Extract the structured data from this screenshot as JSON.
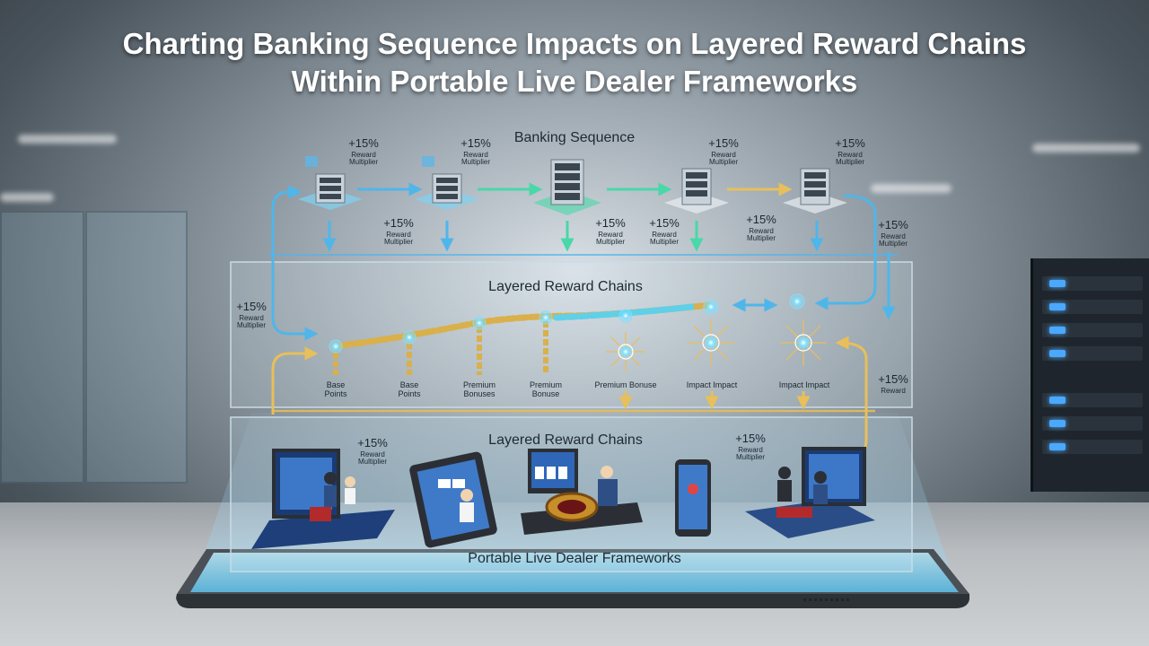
{
  "title_line1": "Charting Banking Sequence Impacts on Layered Reward Chains",
  "title_line2": "Within Portable Live Dealer Frameworks",
  "banking_sequence_label": "Banking Sequence",
  "layered_reward_chains_label": "Layered Reward Chains",
  "layered_reward_chains_label_2": "Layered Reward Chains",
  "portable_frameworks_label": "Portable Live Dealer Frameworks",
  "multiplier_value": "+15%",
  "multiplier_caption": "Reward Multiplier",
  "reward_caption": "Reward",
  "chain_nodes": [
    {
      "line1": "Base",
      "line2": "Points"
    },
    {
      "line1": "Base",
      "line2": "Points"
    },
    {
      "line1": "Premium",
      "line2": "Bonuses"
    },
    {
      "line1": "Premium",
      "line2": "Bonuse"
    },
    {
      "line1": "Premium Bonuse",
      "line2": ""
    },
    {
      "line1": "Impact Impact",
      "line2": ""
    },
    {
      "line1": "Impact Impact",
      "line2": ""
    }
  ],
  "colors": {
    "flow_blue": "#4fb6ea",
    "flow_green": "#49d8a8",
    "flow_gold": "#e8bf5a",
    "panel_border": "#c9dbe6"
  },
  "icons": [
    "server-icon",
    "chain-link-icon",
    "sparkle-burst-icon",
    "laptop-icon",
    "tablet-icon",
    "roulette-icon",
    "smartphone-icon",
    "dealer-figure-icon"
  ]
}
